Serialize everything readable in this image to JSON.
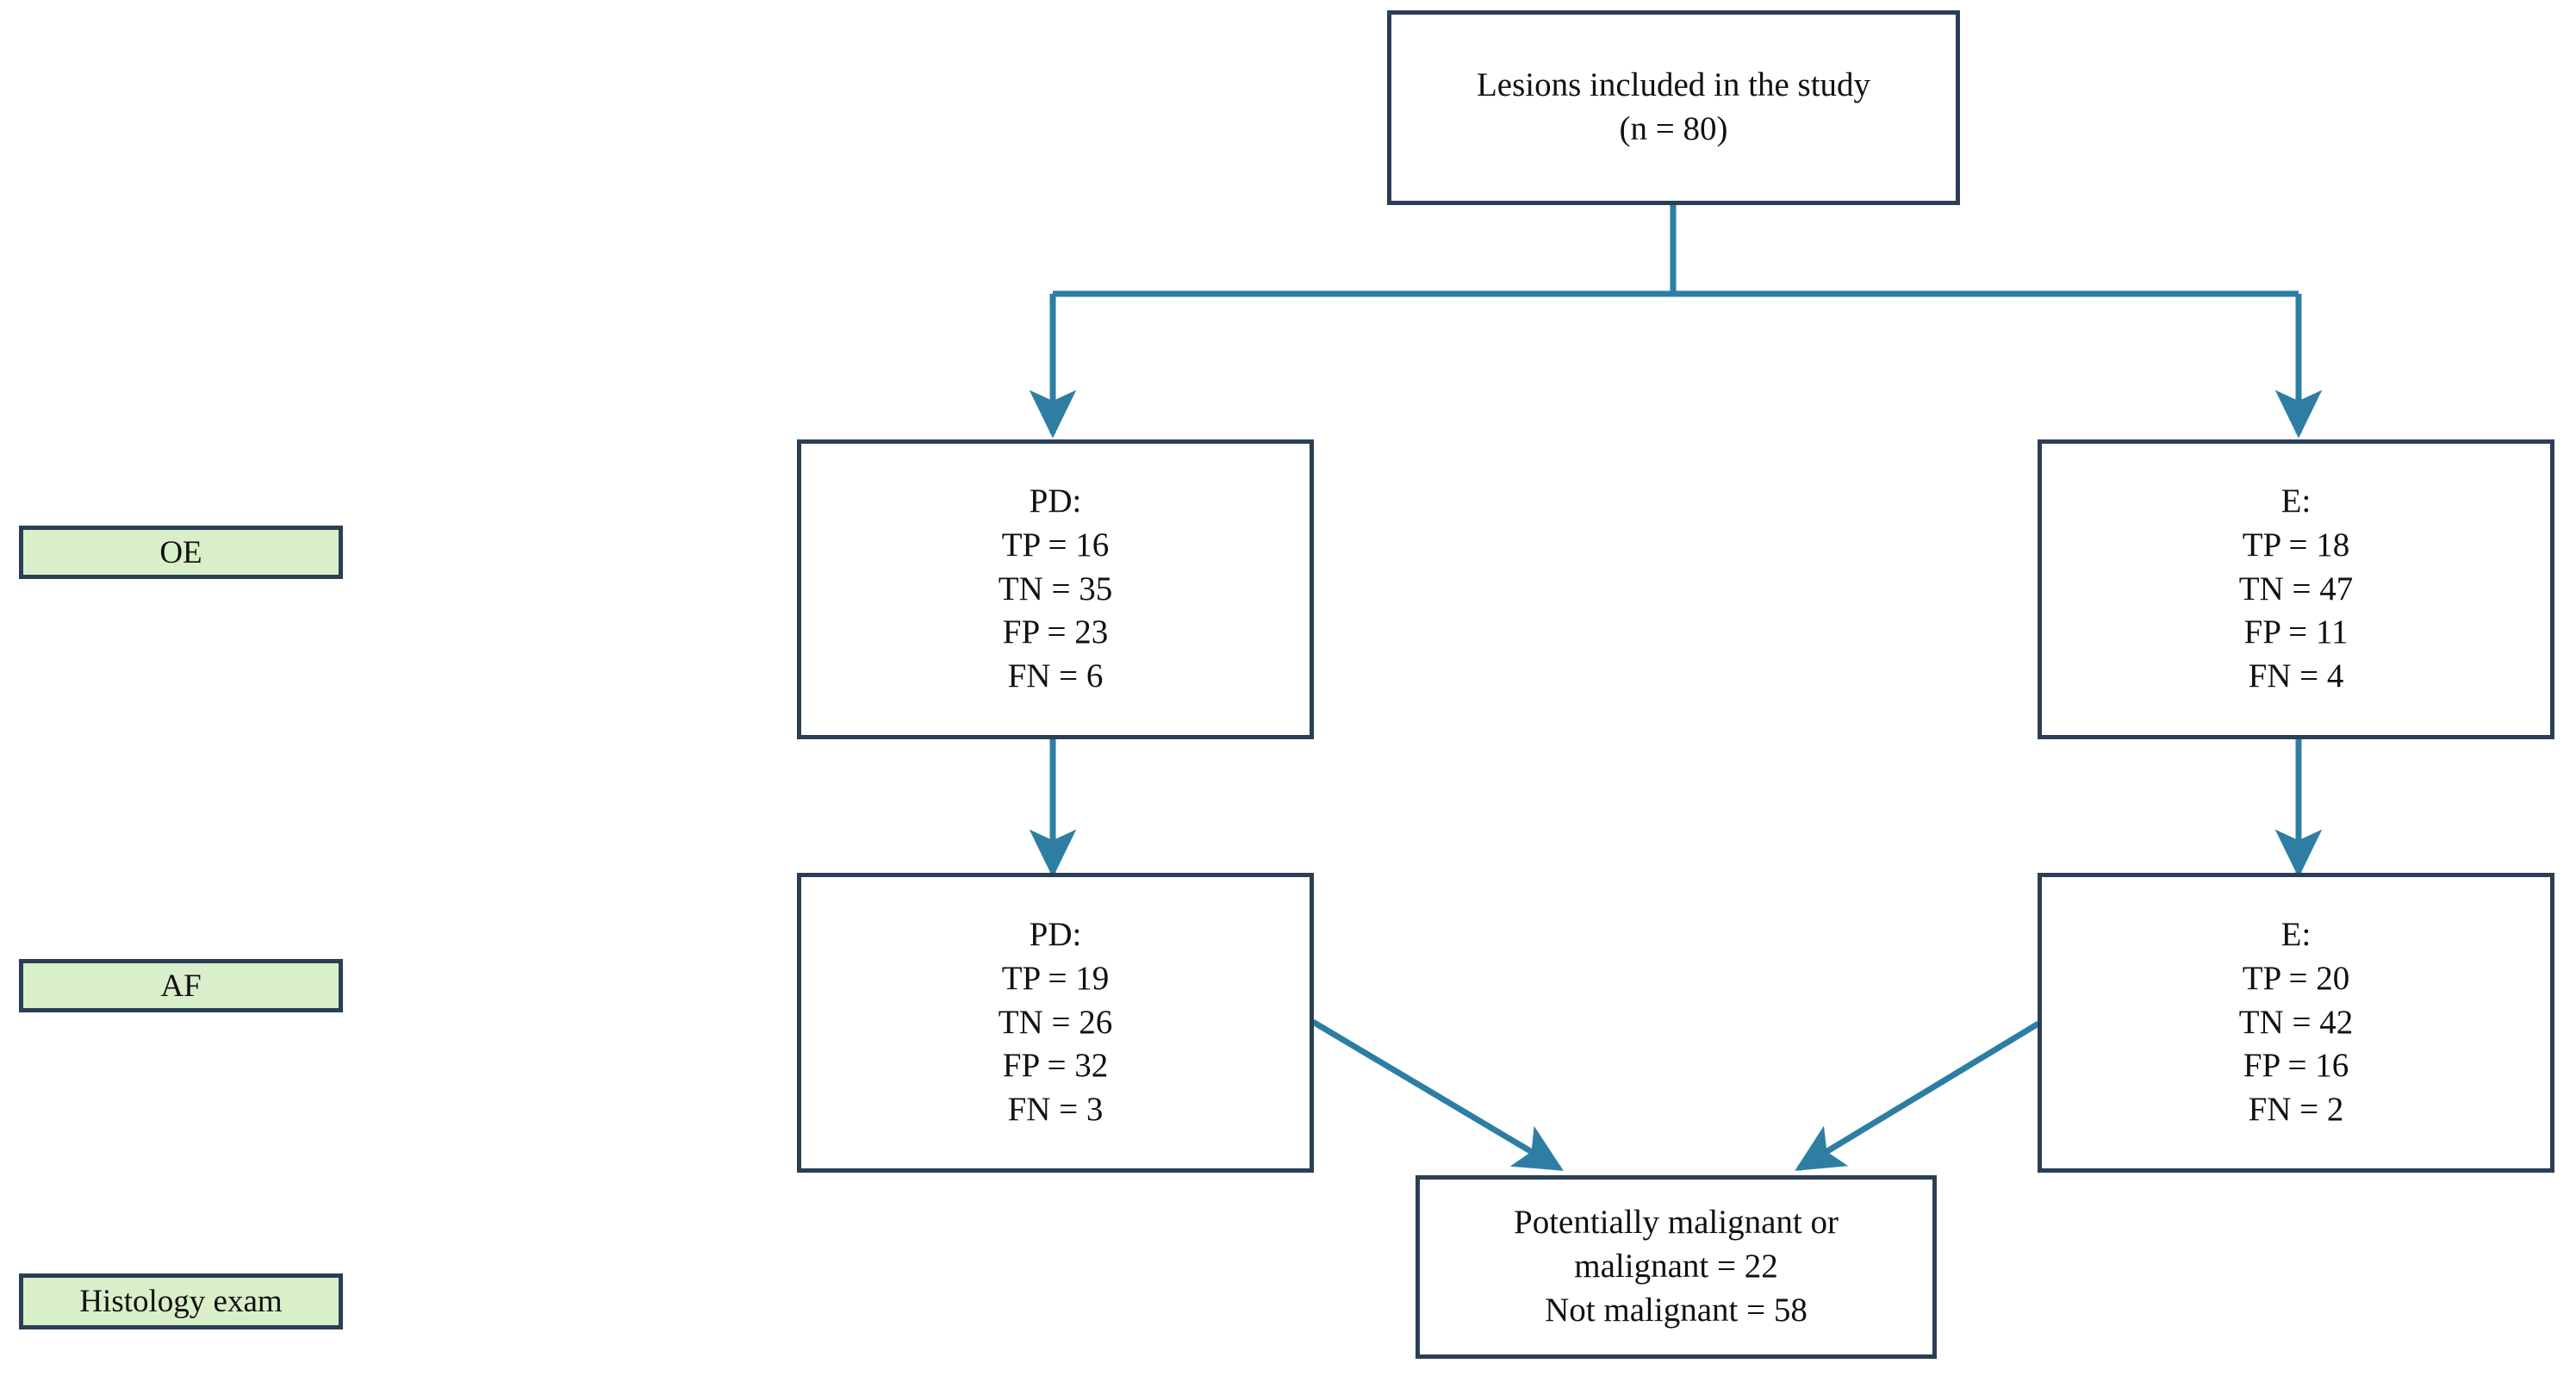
{
  "figure": {
    "type": "flowchart",
    "background": "#ffffff",
    "box_border_color": "#2a3f55",
    "connector_color": "#2e7ea3",
    "legend_fill_color": "#d9efc9"
  },
  "legend": {
    "items": [
      {
        "id": "oe",
        "label": "OE"
      },
      {
        "id": "af",
        "label": "AF"
      },
      {
        "id": "histology",
        "label": "Histology exam"
      }
    ]
  },
  "nodes": {
    "root": {
      "id": "root",
      "lines": [
        "Lesions included in the study",
        "(n = 80)"
      ],
      "line1": "Lesions included in the study",
      "line2": "(n = 80)"
    },
    "oe_pd": {
      "id": "oe-pd",
      "title": "PD:",
      "metrics": [
        {
          "key": "TP",
          "text": "TP = 16",
          "value": 16
        },
        {
          "key": "TN",
          "text": "TN = 35",
          "value": 35
        },
        {
          "key": "FP",
          "text": "FP = 23",
          "value": 23
        },
        {
          "key": "FN",
          "text": "FN = 6",
          "value": 6
        }
      ]
    },
    "oe_e": {
      "id": "oe-e",
      "title": "E:",
      "metrics": [
        {
          "key": "TP",
          "text": "TP = 18",
          "value": 18
        },
        {
          "key": "TN",
          "text": "TN = 47",
          "value": 47
        },
        {
          "key": "FP",
          "text": "FP = 11",
          "value": 11
        },
        {
          "key": "FN",
          "text": "FN = 4",
          "value": 4
        }
      ]
    },
    "af_pd": {
      "id": "af-pd",
      "title": "PD:",
      "metrics": [
        {
          "key": "TP",
          "text": "TP = 19",
          "value": 19
        },
        {
          "key": "TN",
          "text": "TN = 26",
          "value": 26
        },
        {
          "key": "FP",
          "text": "FP = 32",
          "value": 32
        },
        {
          "key": "FN",
          "text": "FN = 3",
          "value": 3
        }
      ]
    },
    "af_e": {
      "id": "af-e",
      "title": "E:",
      "metrics": [
        {
          "key": "TP",
          "text": "TP = 20",
          "value": 20
        },
        {
          "key": "TN",
          "text": "TN = 42",
          "value": 42
        },
        {
          "key": "FP",
          "text": "FP = 16",
          "value": 16
        },
        {
          "key": "FN",
          "text": "FN = 2",
          "value": 2
        }
      ]
    },
    "outcome": {
      "id": "outcome",
      "lines": [
        "Potentially malignant or",
        "malignant = 22",
        "Not malignant = 58"
      ],
      "line1": "Potentially malignant or",
      "line2": "malignant = 22",
      "line3": "Not malignant = 58",
      "potentially_malignant_or_malignant": 22,
      "not_malignant": 58
    }
  },
  "edges": [
    {
      "id": "root-to-oe-pd",
      "from": "root",
      "to": "oe_pd",
      "style": "elbow",
      "arrow": "end"
    },
    {
      "id": "root-to-oe-e",
      "from": "root",
      "to": "oe_e",
      "style": "elbow",
      "arrow": "end"
    },
    {
      "id": "oe-pd-to-af-pd",
      "from": "oe_pd",
      "to": "af_pd",
      "style": "straight",
      "arrow": "end"
    },
    {
      "id": "oe-e-to-af-e",
      "from": "oe_e",
      "to": "af_e",
      "style": "straight",
      "arrow": "end"
    },
    {
      "id": "af-pd-to-outcome",
      "from": "af_pd",
      "to": "outcome",
      "style": "diagonal",
      "arrow": "end"
    },
    {
      "id": "af-e-to-outcome",
      "from": "af_e",
      "to": "outcome",
      "style": "diagonal",
      "arrow": "end"
    }
  ]
}
